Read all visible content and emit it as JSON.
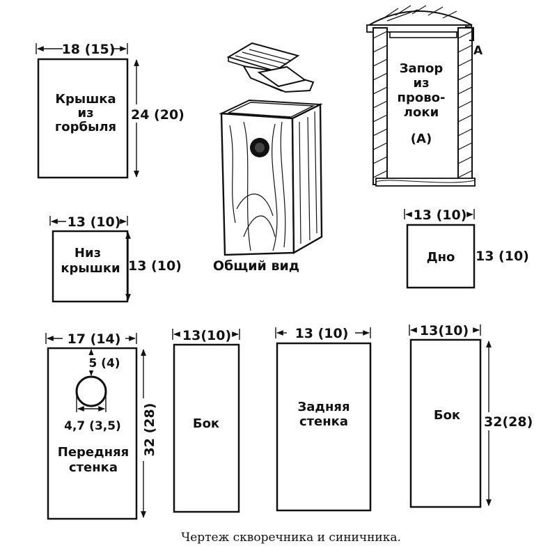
{
  "caption": "Чертеж скворечника и синичника.",
  "lid": {
    "width_label": "18 (15)",
    "height_label": "24 (20)",
    "text_lines": [
      "Крышка",
      "из",
      "горбыля"
    ]
  },
  "lid_underside": {
    "width_label": "13 (10)",
    "height_label": "13 (10)",
    "text_lines": [
      "Низ",
      "крышки"
    ]
  },
  "general_view": {
    "label": "Общий вид"
  },
  "latch_view": {
    "marker": "А",
    "text_lines": [
      "Запор",
      "из",
      "прово-",
      "локи"
    ],
    "ref": "(А)"
  },
  "bottom": {
    "width_label": "13 (10)",
    "height_label": "13 (10)",
    "text": "Дно"
  },
  "front_wall": {
    "width_label": "17 (14)",
    "hole_offset_label": "5 (4)",
    "hole_diameter_label": "4,7 (3,5)",
    "height_label": "32 (28)",
    "text_lines": [
      "Передняя",
      "стенка"
    ]
  },
  "side_left": {
    "width_label": "13(10)",
    "text": "Бок"
  },
  "back_wall": {
    "width_label": "13 (10)",
    "text_lines": [
      "Задняя",
      "стенка"
    ]
  },
  "side_right": {
    "width_label": "13(10)",
    "height_label": "32(28)",
    "text": "Бок"
  }
}
